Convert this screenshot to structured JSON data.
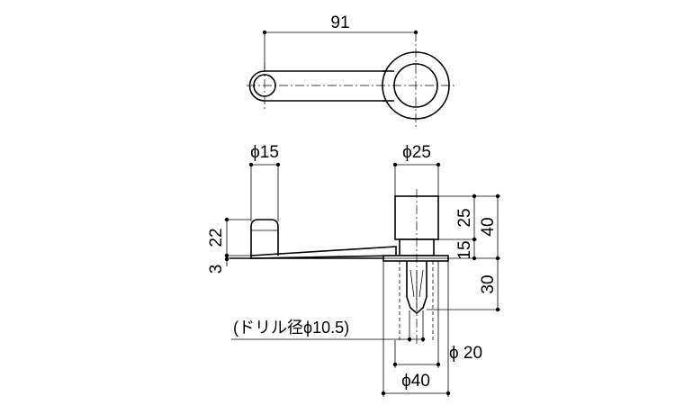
{
  "dimensions": {
    "top_length": "91",
    "knob_dia": "ϕ15",
    "post_dia": "ϕ25",
    "knob_height": "22",
    "plate_thickness": "3",
    "post_height": "25",
    "collar_height": "15",
    "total_height": "40",
    "anchor_depth": "30",
    "drill_note": "(ドリル径ϕ10.5)",
    "anchor_dia": "ϕ 20",
    "flange_dia": "ϕ40"
  }
}
